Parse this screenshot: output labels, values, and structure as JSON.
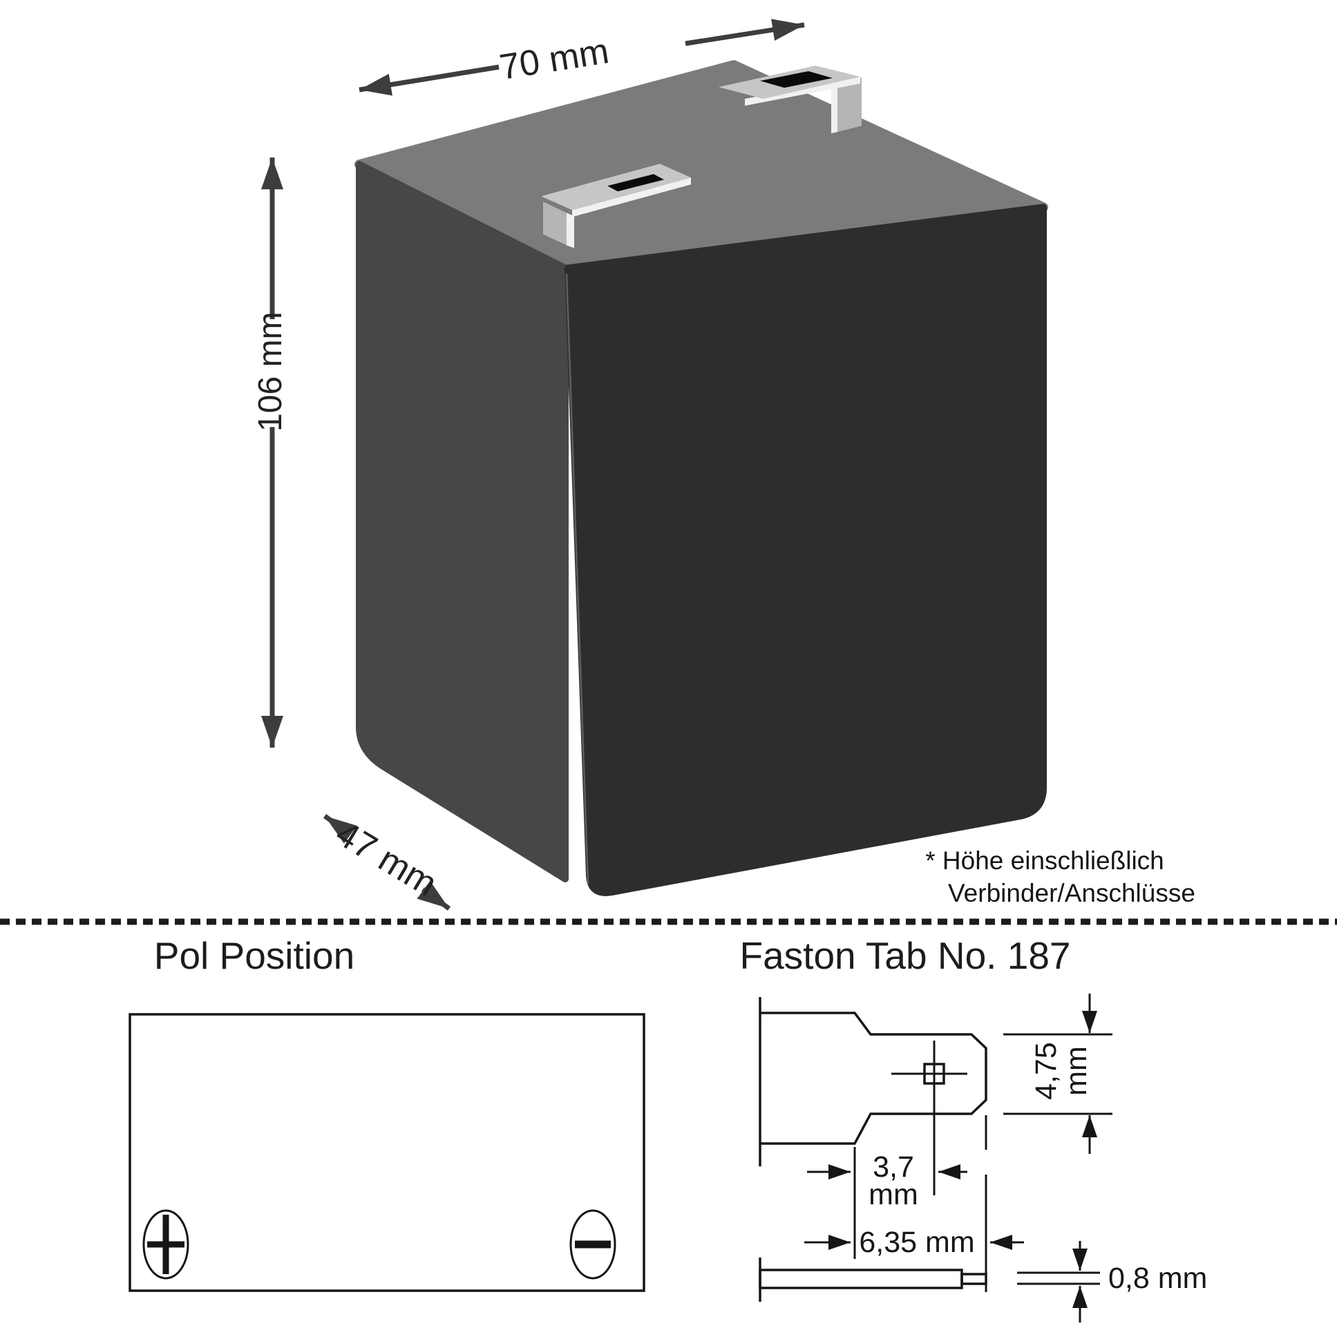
{
  "colors": {
    "background": "#ffffff",
    "battery_top_face": "#7b7b7b",
    "battery_left_face": "#474747",
    "battery_right_face": "#2d2d2d",
    "battery_edge_seam": "#5f5f5f",
    "tab_plate": "#c6c6c6",
    "tab_slot": "#0a0a0a",
    "tab_leg": "#b5b5b5",
    "tab_highlight": "#f1f1f1",
    "dimension_arrow": "#3d3d3d",
    "drawing_line": "#161616",
    "divider": "#1c1c1c"
  },
  "battery_view": {
    "width_label": "70 mm",
    "height_label": "106 mm",
    "depth_label": "47 mm",
    "note_line1": "* Höhe einschließlich",
    "note_line2": "Verbinder/Anschlüsse",
    "front_terminal_icon": "faston-tab-connector",
    "back_terminal_icon": "faston-tab-connector"
  },
  "pol_position_panel": {
    "title": "Pol Position",
    "positive_terminal_icon": "plus-in-circle",
    "negative_terminal_icon": "minus-in-circle"
  },
  "faston_panel": {
    "title": "Faston Tab No. 187",
    "blade_width_value": "4,75",
    "blade_width_unit": "mm",
    "hole_offset_value": "3,7",
    "hole_offset_unit": "mm",
    "blade_length_label": "6,35 mm",
    "thickness_label": "0,8 mm"
  }
}
